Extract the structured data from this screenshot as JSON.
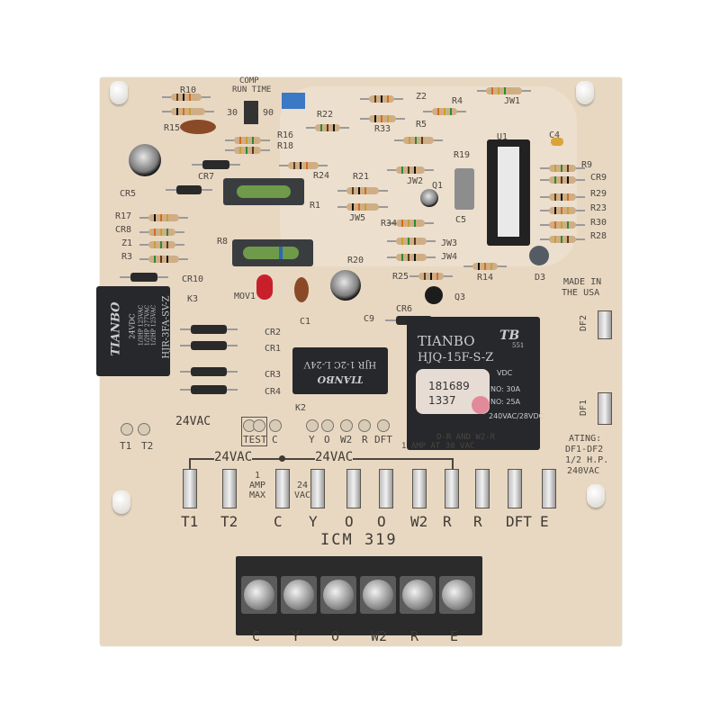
{
  "board": {
    "model": "ICM 319",
    "made_in": [
      "MADE IN",
      "THE USA"
    ],
    "rating": [
      "ATING:",
      "DF1-DF2",
      "1/2 H.P.",
      "240VAC"
    ],
    "contact_note": [
      "O-R AND W2-R",
      "1 AMP AT 30 VAC"
    ],
    "comp_run_time": [
      "COMP",
      "RUN TIME"
    ],
    "run_time_options": [
      "30",
      "90"
    ],
    "supply_label": "24VAC",
    "trace_labels": [
      "24VAC",
      "24VAC"
    ],
    "amp_max": [
      "1",
      "AMP",
      "MAX"
    ],
    "vac_note": [
      "24",
      "VAC"
    ],
    "test_label": "TEST",
    "test_points": [
      "C",
      "Y",
      "O",
      "W2",
      "R",
      "DFT"
    ],
    "transformer_pins": [
      "T1",
      "T2"
    ],
    "spade_terminals": [
      "T1",
      "T2",
      "C",
      "Y",
      "O",
      "O",
      "W2",
      "R",
      "R",
      "DFT",
      "E"
    ],
    "screw_terminals": [
      "C",
      "Y",
      "O",
      "W2",
      "R",
      "E"
    ],
    "defrost_connectors": [
      "DF2",
      "DF1"
    ]
  },
  "component_labels": [
    "R10",
    "R15",
    "R16",
    "R18",
    "R22",
    "CR7",
    "R24",
    "R1",
    "CR5",
    "R17",
    "CR8",
    "Z1",
    "R3",
    "R8",
    "CR10",
    "K3",
    "MOV1",
    "C1",
    "C9",
    "CR2",
    "CR1",
    "CR3",
    "CR4",
    "K2",
    "CR6",
    "Q3",
    "R25",
    "R14",
    "D3",
    "JW3",
    "JW4",
    "R34",
    "C5",
    "JW5",
    "R21",
    "JW2",
    "Q1",
    "R19",
    "R5",
    "R33",
    "Z2",
    "R4",
    "JW1",
    "U1",
    "C4",
    "R9",
    "CR9",
    "R29",
    "R23",
    "R30",
    "R28",
    "R20"
  ],
  "relay_k3": {
    "brand": "TIANBO",
    "coil": "24VDC",
    "model": "HJR-3FA-SV-Z",
    "ratings": [
      "1/3HP 125VAC",
      "1/2HP 277VAC",
      "1/2HP 125VAC"
    ]
  },
  "relay_k2": {
    "brand": "TIANBO",
    "model": "HJR 1-2C L-24V"
  },
  "relay_main": {
    "brand": "TIANBO",
    "model": "HJQ-15F-S-Z",
    "code": "551",
    "coil": "VDC",
    "no1": "NO: 30A",
    "no2": "NO: 25A",
    "voltage": "240VAC/28VDC",
    "sticker": [
      "181689",
      "1337"
    ]
  },
  "colors": {
    "board": "#e8d8c2",
    "silkscreen": "#4b4640",
    "relay": "#26282b",
    "terminal_block": "#2b2b2b"
  }
}
